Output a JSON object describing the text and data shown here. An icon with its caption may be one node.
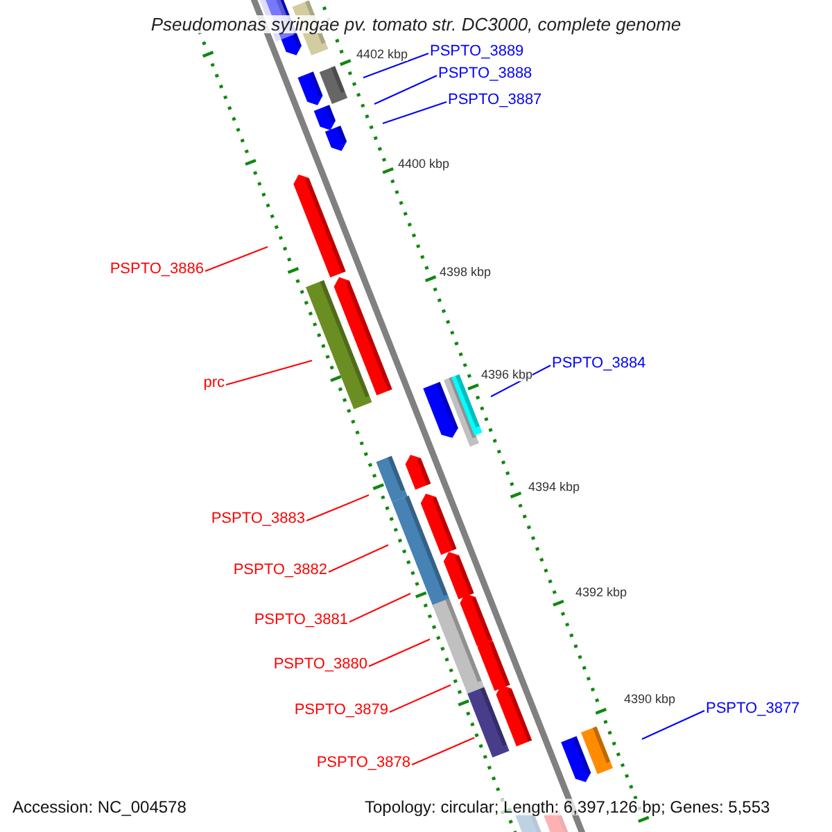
{
  "diagram": {
    "title": "Pseudomonas syringae pv. tomato str. DC3000, complete genome",
    "nodes": [
      {
        "text": [
          "PSPTO_3889"
        ]
      },
      {
        "text": [
          "PSPTO_3888"
        ]
      },
      {
        "text": [
          "PSPTO_3887"
        ]
      },
      {
        "text": [
          "PSPTO_3886"
        ]
      },
      {
        "text": [
          "prc"
        ]
      },
      {
        "text": [
          "PSPTO_3884"
        ]
      },
      {
        "text": [
          "PSPTO_3883"
        ]
      },
      {
        "text": [
          "PSPTO_3882"
        ]
      },
      {
        "text": [
          "PSPTO_3881"
        ]
      },
      {
        "text": [
          "PSPTO_3880"
        ]
      },
      {
        "text": [
          "PSPTO_3879"
        ]
      },
      {
        "text": [
          "PSPTO_3878"
        ]
      },
      {
        "text": [
          "PSPTO_3877"
        ]
      }
    ],
    "edges": [
      {
        "from": 0,
        "to": null,
        "arrow": "none",
        "color": "#0000ff"
      },
      {
        "from": 1,
        "to": null,
        "arrow": "none",
        "color": "#0000ff"
      },
      {
        "from": 2,
        "to": null,
        "arrow": "none",
        "color": "#0000ff"
      },
      {
        "from": 3,
        "to": null,
        "arrow": "none"
      },
      {
        "from": 4,
        "to": null,
        "arrow": "none"
      },
      {
        "from": 5,
        "to": null,
        "arrow": "none",
        "color": "#0000ff"
      },
      {
        "from": 6,
        "to": null,
        "arrow": "none"
      },
      {
        "from": 7,
        "to": null,
        "arrow": "none"
      },
      {
        "from": 8,
        "to": null,
        "arrow": "none"
      },
      {
        "from": 9,
        "to": null,
        "arrow": "none"
      },
      {
        "from": 10,
        "to": null,
        "arrow": "none"
      },
      {
        "from": 11,
        "to": null,
        "arrow": "none"
      },
      {
        "from": 12,
        "to": null,
        "arrow": "none",
        "color": "#0000ff"
      }
    ],
    "labels": [
      "4402 kbp",
      "4400 kbp",
      "4398 kbp",
      "4396 kbp",
      "4394 kbp",
      "4392 kbp",
      "4390 kbp",
      "Accession: NC_004578",
      "Topology: circular; Length: 6,397,126 bp; Genes: 5,553"
    ]
  }
}
